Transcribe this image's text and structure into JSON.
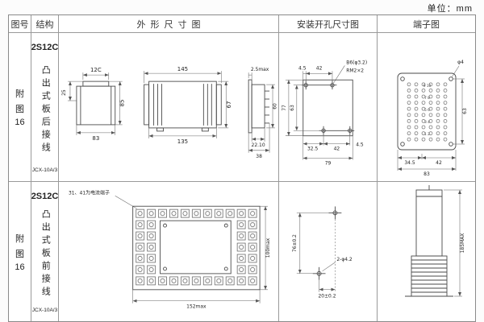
{
  "unit_label": "单位：mm",
  "header": {
    "fig_no": "图号",
    "structure": "结构",
    "outline": "外形尺寸图",
    "mounting": "安装开孔尺寸图",
    "terminal": "端子图"
  },
  "rows": [
    {
      "fig_lines": [
        "附",
        "图",
        "16"
      ],
      "model": "2S12C",
      "desc": "凸出式板后接线",
      "type": "JCX-10A/3",
      "outline": {
        "top_width": "12C",
        "left_depth": "25",
        "left_height": "85",
        "left_width": "83",
        "front_width": "145",
        "front_height": "67",
        "front_body_width": "135",
        "side_flange": "2.5max",
        "side_height": "60",
        "side_depth1": "22.10",
        "side_depth2": "38"
      },
      "mounting": {
        "top_offset": "4.5",
        "top_pitch": "42",
        "hole_label": "B6(φ3.2)",
        "screw_label": "RM2×2",
        "height_total": "77",
        "height_pitch": "63",
        "bottom_offset": "32.5",
        "bottom_pitch": "42",
        "bottom_edge": "4.5",
        "width_total": "79"
      },
      "terminal": {
        "hole_label": "φ4",
        "pitch_v": "63",
        "bottom_d1": "34.5",
        "bottom_d2": "42",
        "width_total": "83",
        "numbers": [
          "9 10",
          "7 8",
          "5 6",
          "3 4",
          "1 2"
        ]
      }
    },
    {
      "fig_lines": [
        "附",
        "图",
        "16"
      ],
      "model": "2S12C",
      "desc": "凸出式板前接线",
      "type": "JCX-10A/3",
      "outline": {
        "note": "31、41为电流端子",
        "height": "100max",
        "width": "152max"
      },
      "mounting": {
        "pitch_v": "76±0.2",
        "hole_label": "2-φ4.2",
        "pitch_h": "20±0.2"
      },
      "terminal": {
        "height": "185MAX"
      }
    }
  ]
}
